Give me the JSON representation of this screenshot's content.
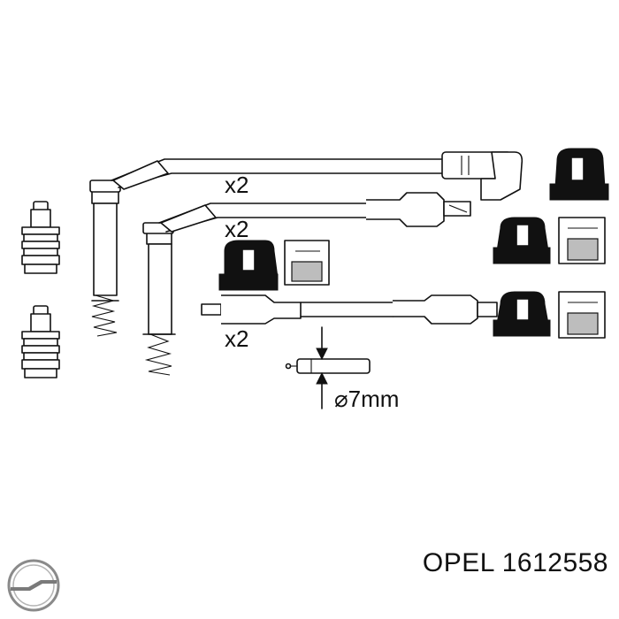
{
  "diagram": {
    "labels": {
      "qty_top": "x2",
      "qty_middle": "x2",
      "qty_bottom": "x2",
      "diameter": "⌀7mm"
    }
  },
  "footer": {
    "brand": "OPEL",
    "part_number": "1612558",
    "logo_icon": "opel-logo-icon"
  }
}
